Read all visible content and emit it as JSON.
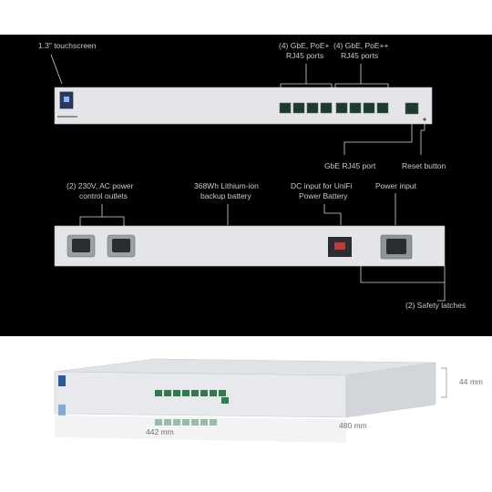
{
  "front_view": {
    "touchscreen_label": "1.3\" touchscreen",
    "poe_plus_label_line1": "(4) GbE, PoE+",
    "poe_plus_label_line2": "RJ45 ports",
    "poe_plusplus_label_line1": "(4) GbE, PoE++",
    "poe_plusplus_label_line2": "RJ45 ports",
    "gbe_port_label": "GbE RJ45 port",
    "reset_label": "Reset button"
  },
  "rear_view": {
    "outlets_label_line1": "(2) 230V, AC power",
    "outlets_label_line2": "control outlets",
    "battery_label_line1": "368Wh Lithium-ion",
    "battery_label_line2": "backup battery",
    "dc_input_label_line1": "DC input for UniFi",
    "dc_input_label_line2": "Power Battery",
    "power_input_label": "Power input",
    "latches_label": "(2) Safety latches"
  },
  "dimensions": {
    "height": "44 mm",
    "width": "442 mm",
    "depth": "480 mm"
  },
  "colors": {
    "background": "#000000",
    "chassis": "#e3e5e8",
    "port_led": "#2f7a4e",
    "screen": "#2b3a5c"
  }
}
